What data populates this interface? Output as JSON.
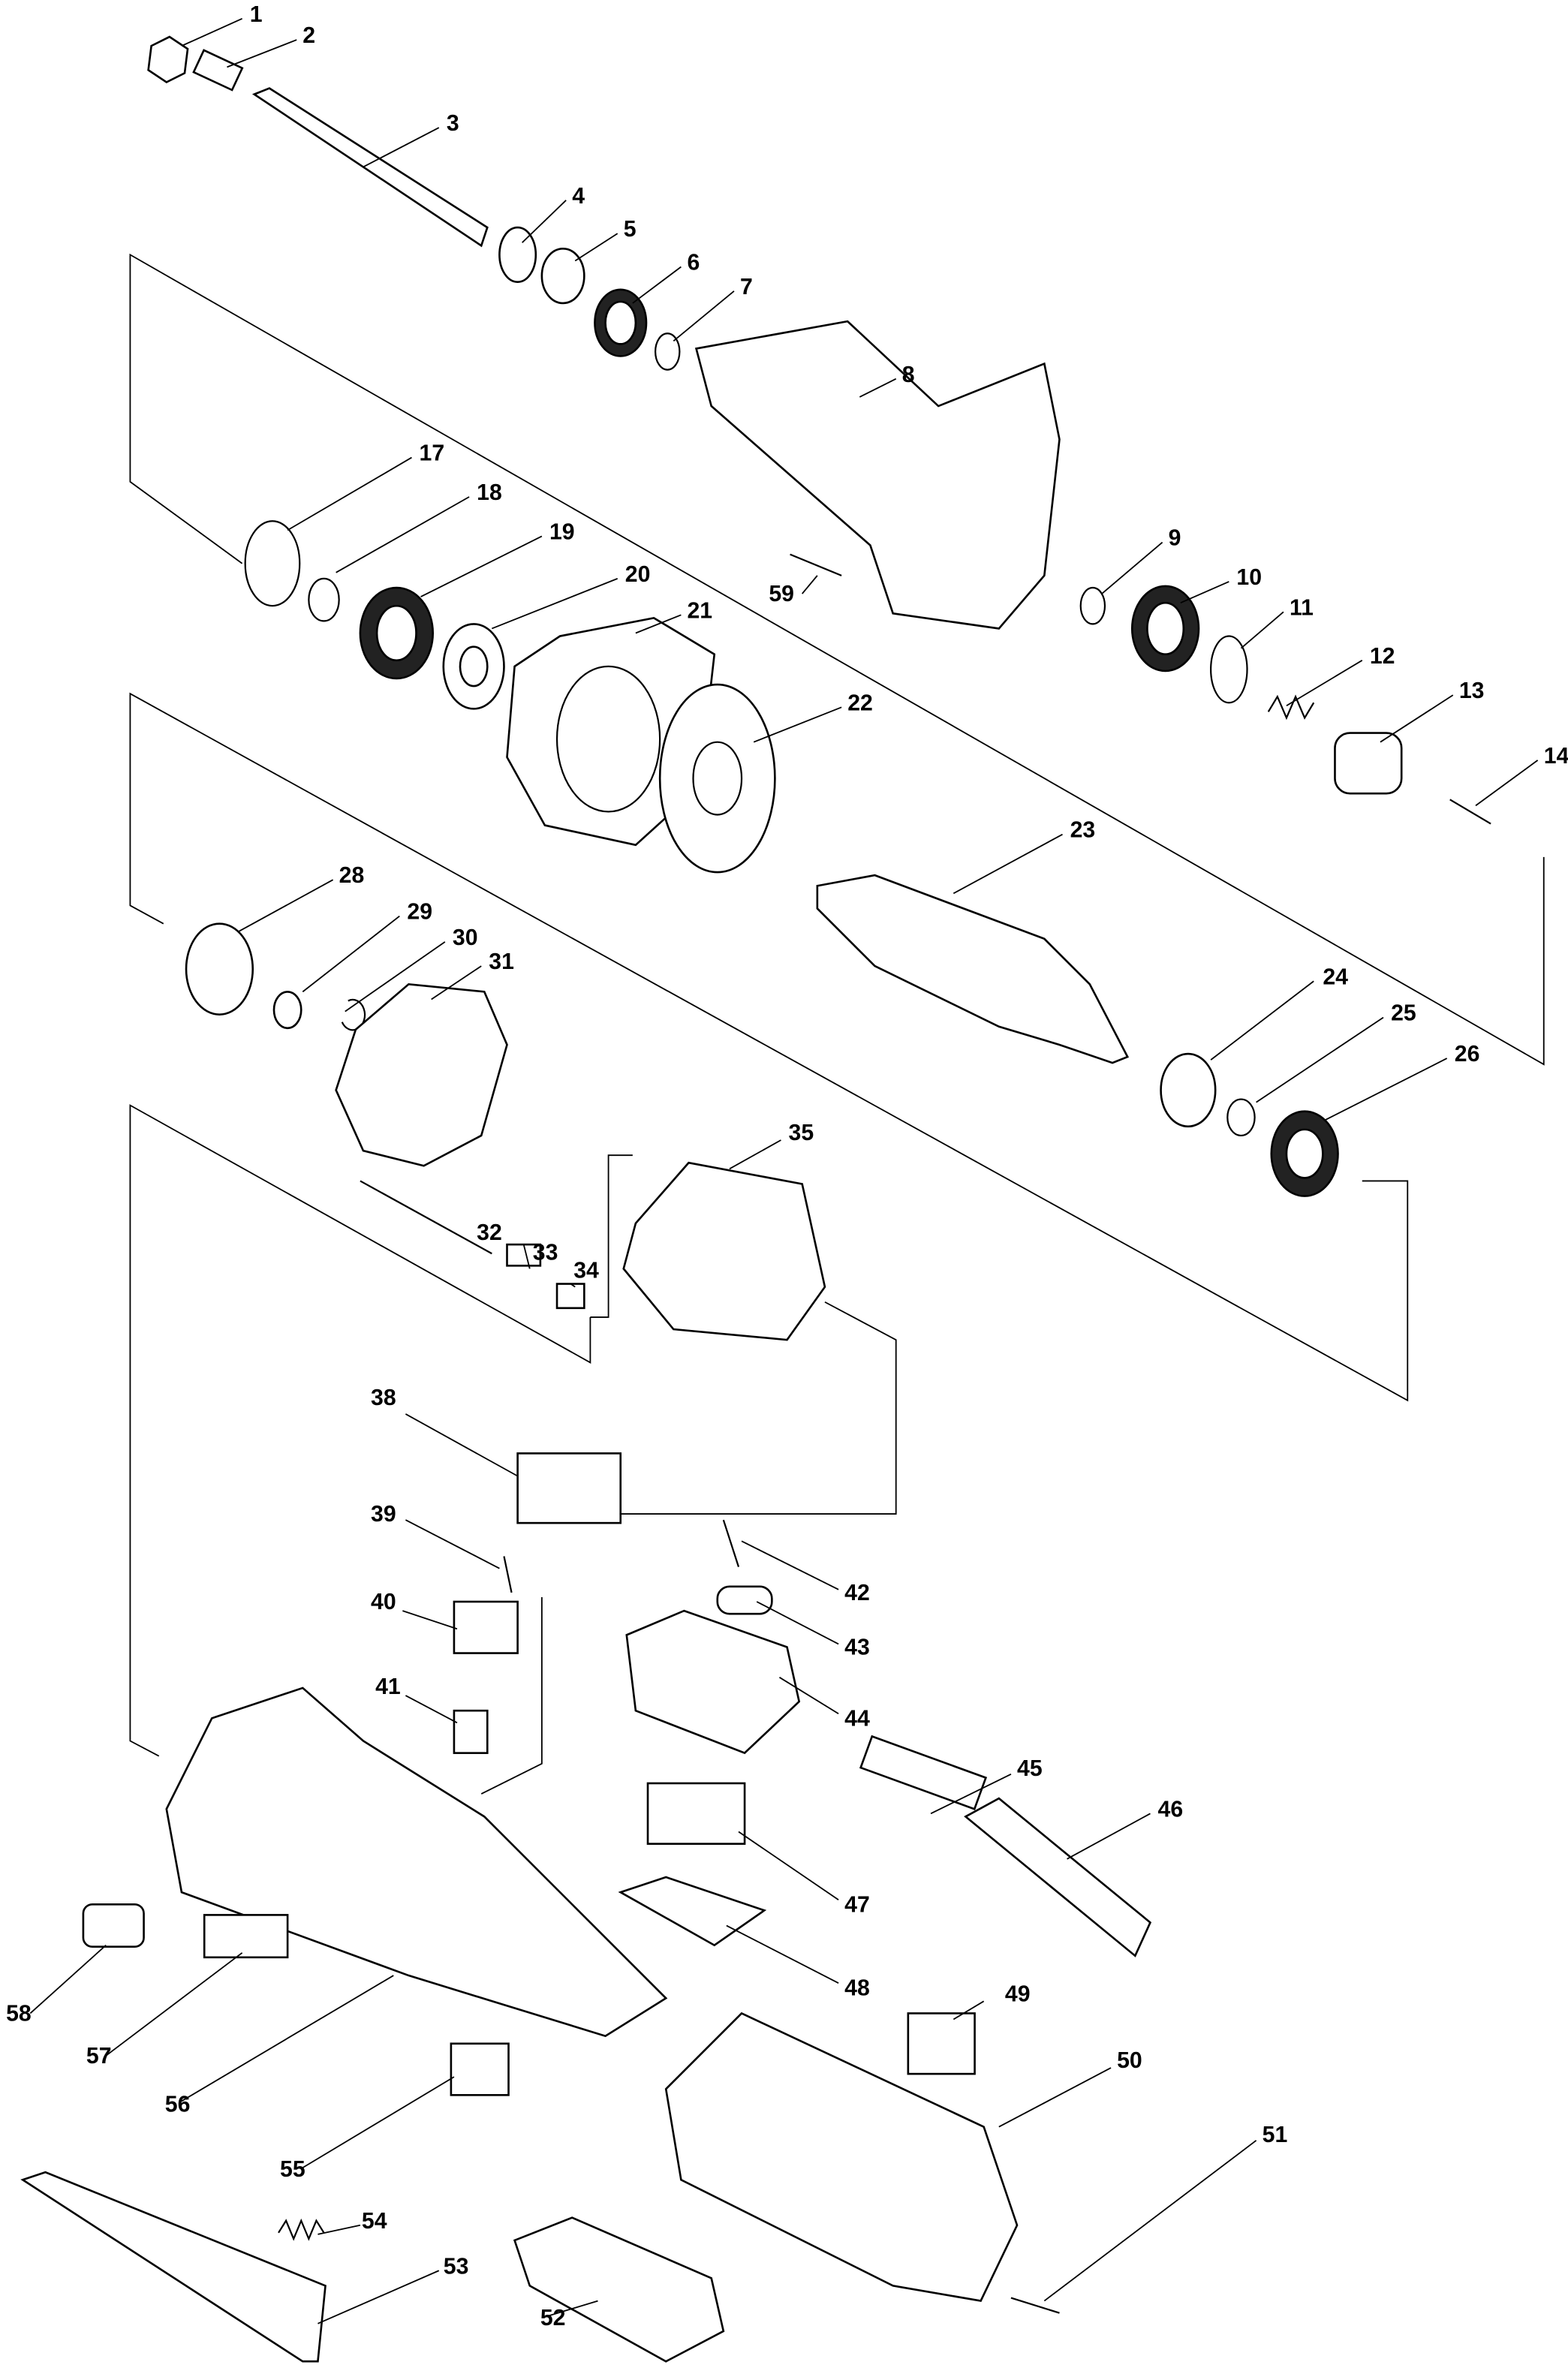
{
  "diagram": {
    "type": "exploded parts diagram",
    "part_numbers": [
      "1",
      "2",
      "3",
      "4",
      "5",
      "6",
      "7",
      "8",
      "9",
      "10",
      "11",
      "12",
      "13",
      "14",
      "17",
      "18",
      "19",
      "20",
      "21",
      "22",
      "23",
      "24",
      "25",
      "26",
      "28",
      "29",
      "30",
      "31",
      "32",
      "33",
      "34",
      "35",
      "38",
      "39",
      "40",
      "41",
      "42",
      "43",
      "44",
      "45",
      "46",
      "47",
      "48",
      "49",
      "50",
      "51",
      "52",
      "53",
      "54",
      "55",
      "56",
      "57",
      "58",
      "59"
    ]
  }
}
